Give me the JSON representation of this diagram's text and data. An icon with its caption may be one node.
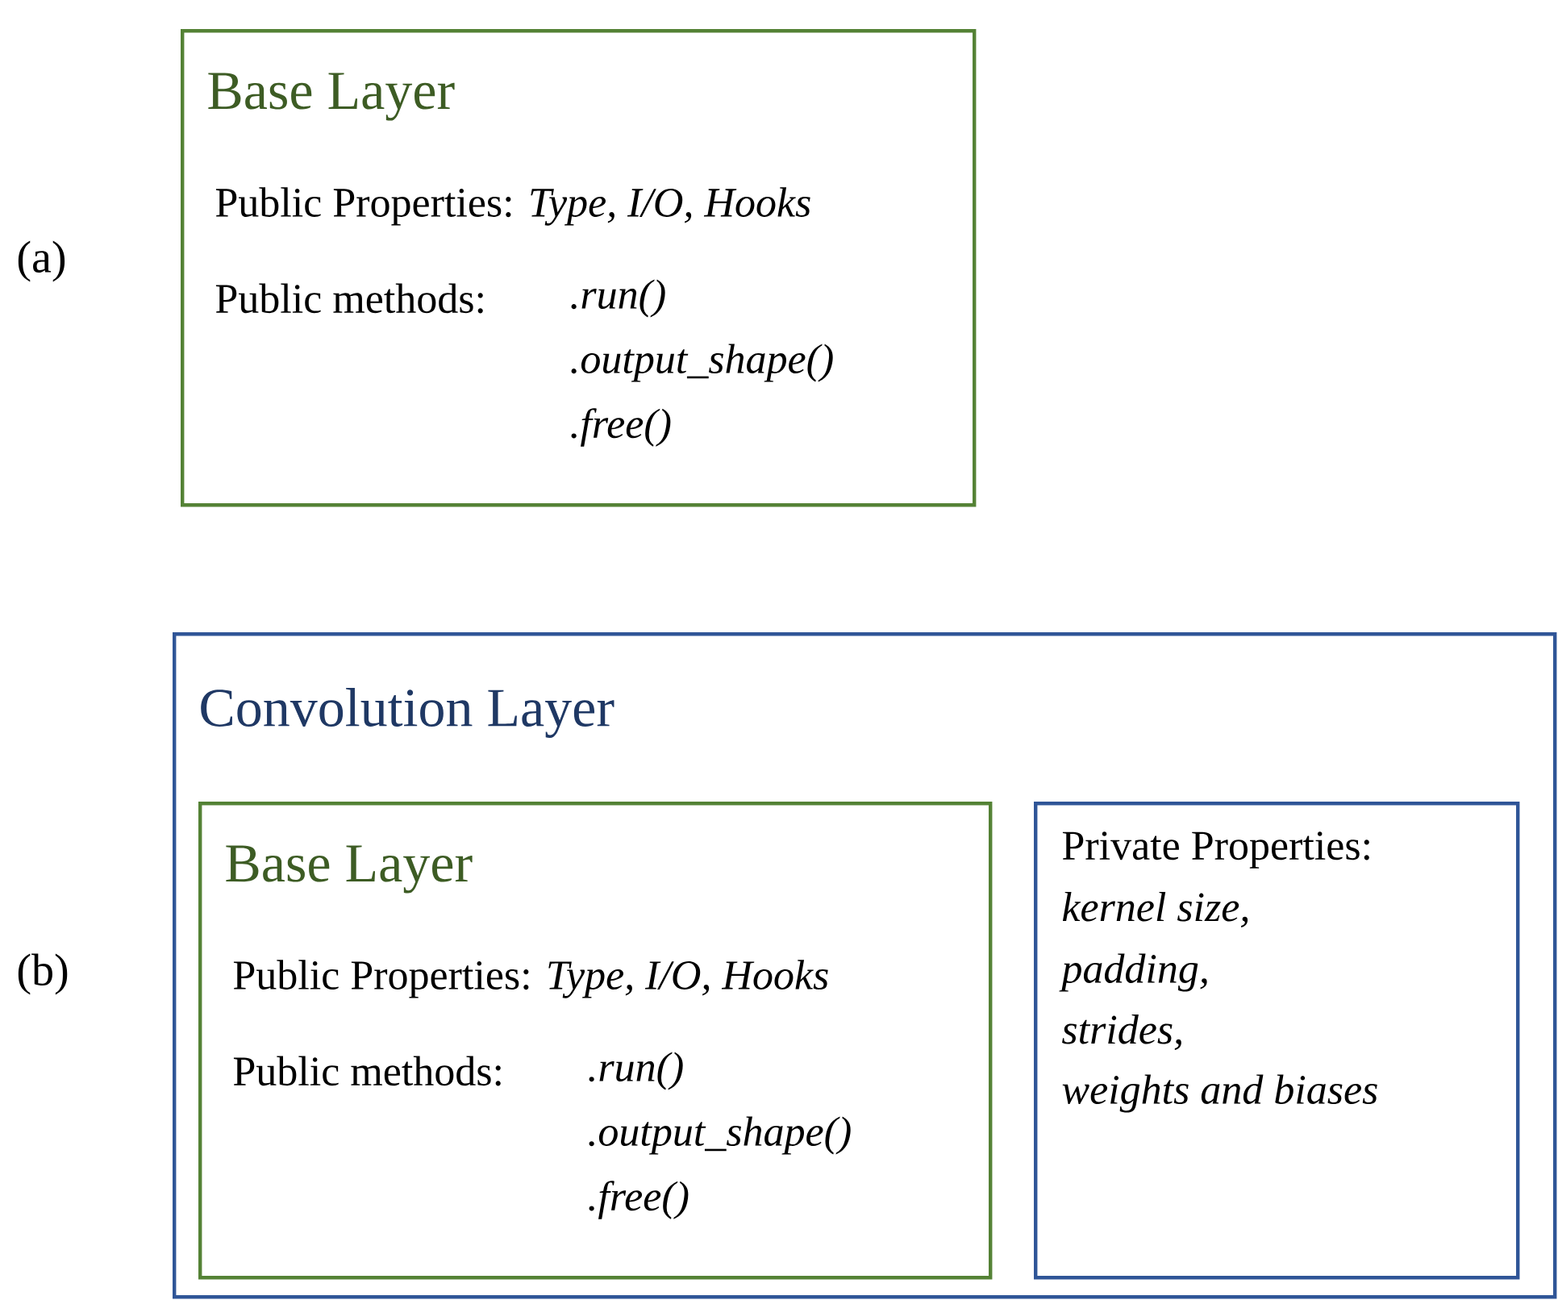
{
  "diagram": {
    "nodes": [
      {
        "text": [
          "Base Layer",
          "Public Properties: *Type, I/O, Hooks*",
          "Public methods:",
          ".run()",
          ".output_shape()",
          ".free()"
        ]
      },
      {
        "text": [
          "Convolution Layer"
        ]
      },
      {
        "text": [
          "Base Layer",
          "Public Properties: *Type, I/O, Hooks*",
          "Public methods:",
          ".run()",
          ".output_shape()",
          ".free()"
        ],
        "in": 1
      },
      {
        "text": [
          "Private Properties:",
          "kernel size,",
          "padding,",
          "strides,",
          "weights and biases"
        ],
        "in": 1
      }
    ],
    "labels": [
      "(a)",
      "(b)"
    ]
  }
}
